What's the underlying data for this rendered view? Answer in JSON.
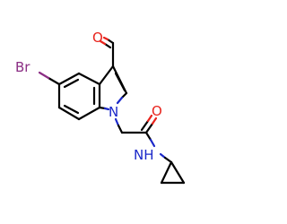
{
  "atoms": {
    "bromine": {
      "text": "Br",
      "color": "#8b2e84"
    },
    "indole_nitrogen": {
      "text": "N",
      "color": "#1a27c9"
    },
    "aldehyde_oxygen": {
      "text": "O",
      "color": "#e8231c"
    },
    "amide_oxygen": {
      "text": "O",
      "color": "#e8231c"
    },
    "amide_nh": {
      "text": "NH",
      "color": "#1a27c9"
    }
  },
  "colors": {
    "bond": "#000000",
    "oxygen": "#e8231c",
    "nitrogen": "#1a27c9",
    "bromine": "#8b2e84",
    "background": "#ffffff"
  }
}
